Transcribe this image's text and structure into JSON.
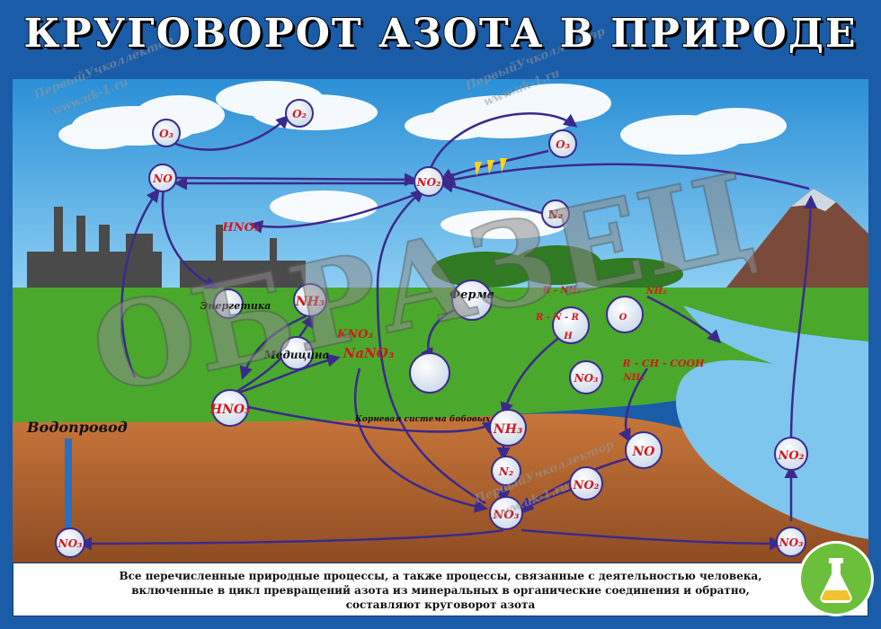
{
  "title": "КРУГОВОРОТ АЗОТА В ПРИРОДЕ",
  "watermark": {
    "stamp": "ОБРАЗЕЦ",
    "site_name": "ПервыйУчколлектор",
    "site_url": "www.uk-1.ru"
  },
  "labels": {
    "vodoprovod": "Водопровод",
    "ferma": "Ферма",
    "medicina": "Медицина",
    "energetika": "Энергетика",
    "root_system": "Корневая система бобовых"
  },
  "nodes": {
    "o3_left": "O₃",
    "o2": "O₂",
    "no_top": "NO",
    "no2_center": "NO₂",
    "o3_right": "O₃",
    "hno3_top": "HNO₃",
    "n2": "N₂",
    "nh3_energy": "NH₃",
    "kno3": "KNO₃",
    "nano3": "NaNO₃",
    "hno3_bottom": "HNO₃",
    "nh2_mid": "R - NH₂",
    "nh_r": "R - N - R",
    "h_label": "H",
    "ch_nh2_cooh": "R - CH - COOH",
    "nh2_sub": "NH₂",
    "o_dbl": "O",
    "nh2_right": "NH₂",
    "no3_mid": "NO₃",
    "nh3_soil": "NH₃",
    "no_soil": "NO",
    "no2_soil": "NO₂",
    "n2_soil": "N₂",
    "no3_soil": "NO₃",
    "no2_right": "NO₂",
    "no3_left": "NO₃",
    "no3_right": "NO₃"
  },
  "caption": [
    "Все перечисленные природные процессы, а также процессы, связанные с деятельностью человека,",
    "включенные в цикл превращений азота из минеральных в органические соединения и обратно,",
    "составляют круговорот азота"
  ],
  "colors": {
    "frame": "#1a5ca8",
    "sky": "#3aa2de",
    "grass": "#4aa82c",
    "soil": "#b86a32",
    "water": "#7ec6ee",
    "arrow": "#3b2a8c",
    "node_text": "#d6181e"
  }
}
